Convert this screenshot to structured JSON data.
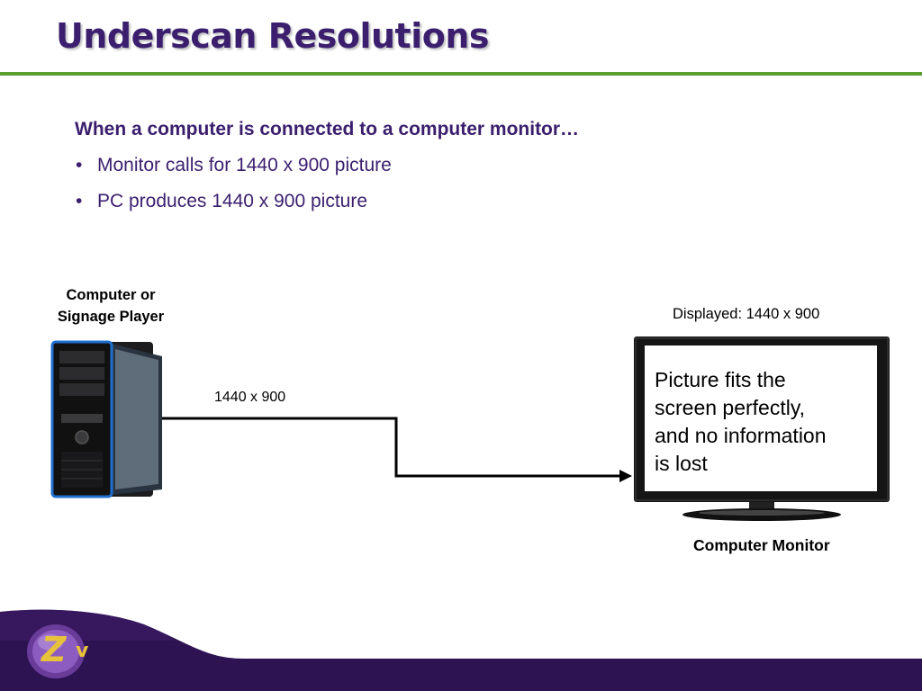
{
  "slide": {
    "title": "Underscan Resolutions",
    "heading": "When a computer is connected to a computer monitor…",
    "bullets": [
      "Monitor calls for 1440 x 900 picture",
      "PC produces 1440 x 900 picture"
    ]
  },
  "diagram": {
    "source_label_line1": "Computer or",
    "source_label_line2": "Signage Player",
    "signal_label": "1440 x 900",
    "displayed_label": "Displayed: 1440 x 900",
    "screen_caption_lines": [
      "Picture fits the",
      "screen perfectly,",
      "and no information",
      "is lost"
    ],
    "monitor_label": "Computer Monitor",
    "icons": {
      "source": "desktop-tower-icon",
      "target": "monitor-icon",
      "connector": "arrow-connector"
    }
  },
  "footer": {
    "logo_letter": "Z",
    "logo_small": "v"
  },
  "colors": {
    "title": "#3b1f6e",
    "rule": "#5a9e2f",
    "footer": "#2e1353",
    "logo": "#e8c23a"
  }
}
